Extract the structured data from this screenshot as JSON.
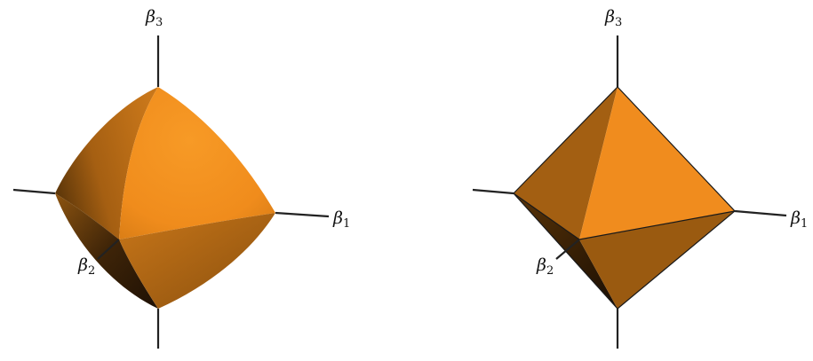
{
  "panels": [
    {
      "shape": "rounded-octahedron",
      "axes": [
        {
          "symbol": "β",
          "subscript": "3"
        },
        {
          "symbol": "β",
          "subscript": "1"
        },
        {
          "symbol": "β",
          "subscript": "2"
        }
      ]
    },
    {
      "shape": "octahedron",
      "axes": [
        {
          "symbol": "β",
          "subscript": "3"
        },
        {
          "symbol": "β",
          "subscript": "1"
        },
        {
          "symbol": "β",
          "subscript": "2"
        }
      ]
    }
  ],
  "colors": {
    "face_bright": "#f39422",
    "face_mid": "#c9741a",
    "face_dark": "#8f520d",
    "face_shadow": "#3a220a",
    "axis": "#222222"
  }
}
